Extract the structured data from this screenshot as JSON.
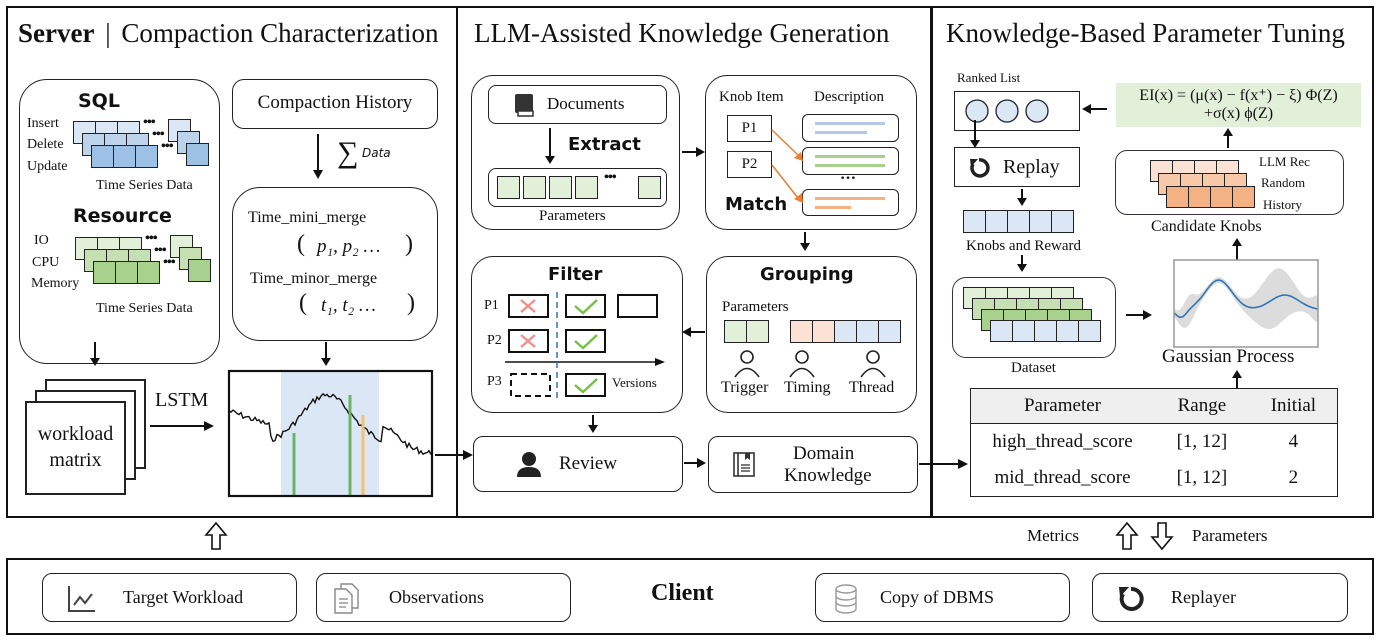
{
  "panels": {
    "server": {
      "title_bold": "Server",
      "title_sep": "|",
      "title_rest": "Compaction Characterization",
      "sql": {
        "heading": "SQL",
        "labels": [
          "Insert",
          "Delete",
          "Update"
        ],
        "caption": "Time Series Data"
      },
      "resource": {
        "heading": "Resource",
        "labels": [
          "IO",
          "CPU",
          "Memory"
        ],
        "caption": "Time Series Data"
      },
      "compaction_history": "Compaction History",
      "sum_label": "Data",
      "merge": {
        "mini_label": "Time_mini_merge",
        "mini_values": "p₁, p₂ …",
        "minor_label": "Time_minor_merge",
        "minor_values": "t₁, t₂ …"
      },
      "workload_matrix": [
        "workload",
        "matrix"
      ],
      "lstm_label": "LSTM"
    },
    "llm": {
      "title": "LLM-Assisted Knowledge Generation",
      "documents": "Documents",
      "extract": "Extract",
      "parameters_caption": "Parameters",
      "knob_item_header": "Knob Item",
      "description_header": "Description",
      "knobs": [
        "P1",
        "P2"
      ],
      "match": "Match",
      "filter": {
        "heading": "Filter",
        "rows": [
          "P1",
          "P2",
          "P3"
        ],
        "axis_label": "Versions"
      },
      "grouping": {
        "heading": "Grouping",
        "parameters_label": "Parameters",
        "groups": [
          "Trigger",
          "Timing",
          "Thread"
        ]
      },
      "review": "Review",
      "domain_knowledge": [
        "Domain",
        "Knowledge"
      ]
    },
    "tuning": {
      "title": "Knowledge-Based Parameter Tuning",
      "ranked_list": "Ranked List",
      "replay": "Replay",
      "knobs_and_reward": "Knobs and Reward",
      "dataset": "Dataset",
      "formula_line1": "EI(x) = (μ(x) − f(x⁺) − ξ) Φ(Z)",
      "formula_line2": "+σ(x) ϕ(Z)",
      "candidate": {
        "sources": [
          "LLM Rec",
          "Random",
          "History"
        ],
        "caption": "Candidate Knobs"
      },
      "gaussian_process": "Gaussian Process",
      "table": {
        "headers": [
          "Parameter",
          "Range",
          "Initial"
        ],
        "rows": [
          [
            "high_thread_score",
            "[1, 12]",
            "4"
          ],
          [
            "mid_thread_score",
            "[1, 12]",
            "2"
          ]
        ]
      }
    }
  },
  "links": {
    "metrics": "Metrics",
    "parameters": "Parameters"
  },
  "client": {
    "title": "Client",
    "items": [
      {
        "label": "Target Workload",
        "icon": "line-chart-icon"
      },
      {
        "label": "Observations",
        "icon": "documents-icon"
      },
      {
        "label": "Copy of DBMS",
        "icon": "database-icon"
      },
      {
        "label": "Replayer",
        "icon": "replay-icon"
      }
    ]
  },
  "colors": {
    "blue_light": "#dce7f5",
    "blue_mid": "#bdd3ec",
    "blue_dark": "#9dc0e5",
    "green_light": "#e2efd9",
    "green_mid": "#c6e0b4",
    "green_dark": "#a9d18e",
    "orange_light": "#fbe2d5",
    "orange_mid": "#f7c9a9",
    "orange_dark": "#f4b183",
    "formula_bg": "#e2efd9",
    "highlight_band": "#dce7f5"
  }
}
